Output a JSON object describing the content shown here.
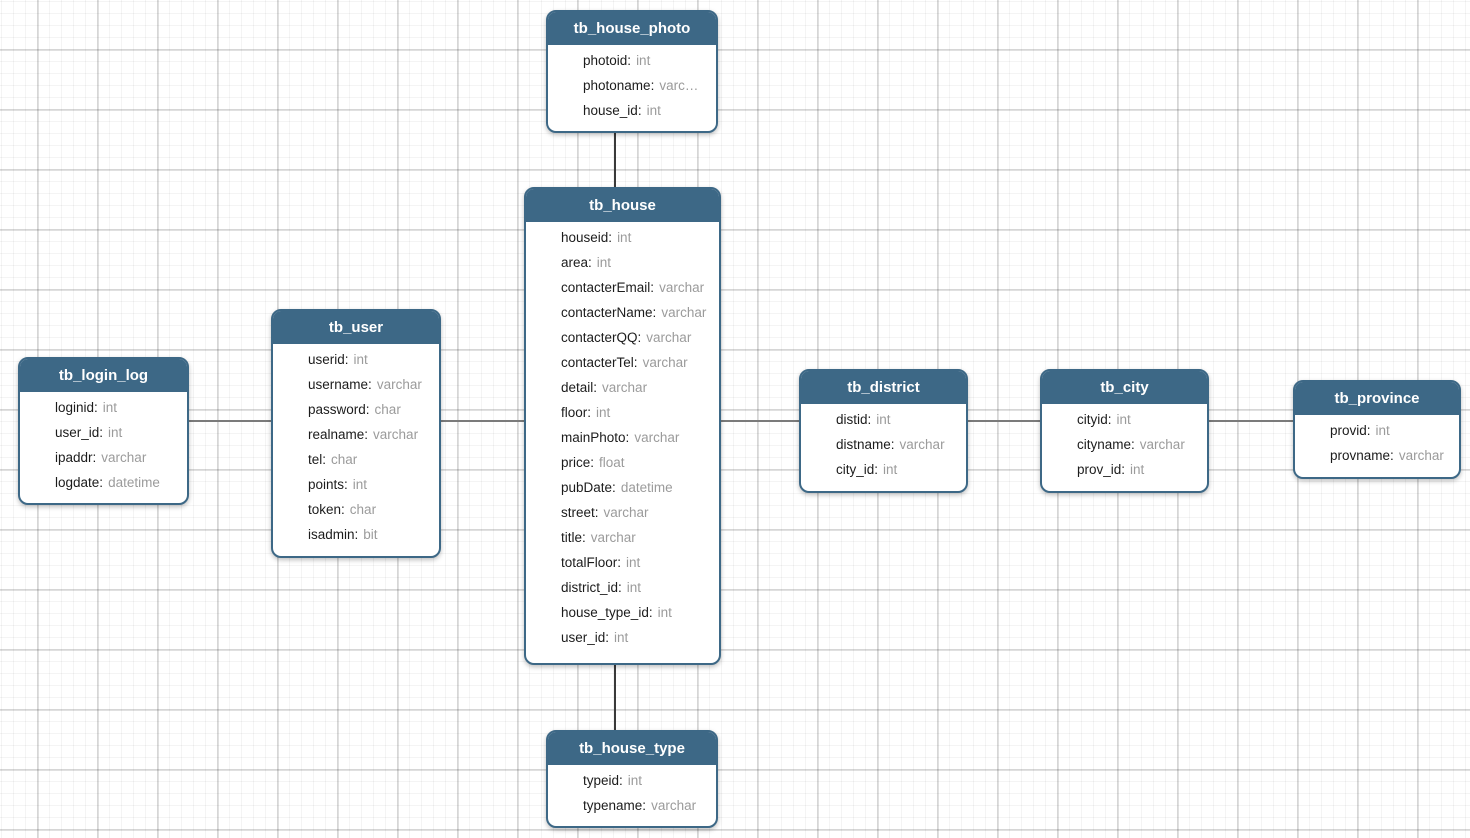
{
  "diagram": {
    "tables": [
      {
        "id": "tb_house_photo",
        "title": "tb_house_photo",
        "fields": [
          {
            "name": "photoid",
            "type": "int"
          },
          {
            "name": "photoname",
            "type": "varc…"
          },
          {
            "name": "house_id",
            "type": "int"
          }
        ]
      },
      {
        "id": "tb_house",
        "title": "tb_house",
        "fields": [
          {
            "name": "houseid",
            "type": "int"
          },
          {
            "name": "area",
            "type": "int"
          },
          {
            "name": "contacterEmail",
            "type": "varchar"
          },
          {
            "name": "contacterName",
            "type": "varchar"
          },
          {
            "name": "contacterQQ",
            "type": "varchar"
          },
          {
            "name": "contacterTel",
            "type": "varchar"
          },
          {
            "name": "detail",
            "type": "varchar"
          },
          {
            "name": "floor",
            "type": "int"
          },
          {
            "name": "mainPhoto",
            "type": "varchar"
          },
          {
            "name": "price",
            "type": "float"
          },
          {
            "name": "pubDate",
            "type": "datetime"
          },
          {
            "name": "street",
            "type": "varchar"
          },
          {
            "name": "title",
            "type": "varchar"
          },
          {
            "name": "totalFloor",
            "type": "int"
          },
          {
            "name": "district_id",
            "type": "int"
          },
          {
            "name": "house_type_id",
            "type": "int"
          },
          {
            "name": "user_id",
            "type": "int"
          }
        ]
      },
      {
        "id": "tb_user",
        "title": "tb_user",
        "fields": [
          {
            "name": "userid",
            "type": "int"
          },
          {
            "name": "username",
            "type": "varchar"
          },
          {
            "name": "password",
            "type": "char"
          },
          {
            "name": "realname",
            "type": "varchar"
          },
          {
            "name": "tel",
            "type": "char"
          },
          {
            "name": "points",
            "type": "int"
          },
          {
            "name": "token",
            "type": "char"
          },
          {
            "name": "isadmin",
            "type": "bit"
          }
        ]
      },
      {
        "id": "tb_login_log",
        "title": "tb_login_log",
        "fields": [
          {
            "name": "loginid",
            "type": "int"
          },
          {
            "name": "user_id",
            "type": "int"
          },
          {
            "name": "ipaddr",
            "type": "varchar"
          },
          {
            "name": "logdate",
            "type": "datetime"
          }
        ]
      },
      {
        "id": "tb_district",
        "title": "tb_district",
        "fields": [
          {
            "name": "distid",
            "type": "int"
          },
          {
            "name": "distname",
            "type": "varchar"
          },
          {
            "name": "city_id",
            "type": "int"
          }
        ]
      },
      {
        "id": "tb_city",
        "title": "tb_city",
        "fields": [
          {
            "name": "cityid",
            "type": "int"
          },
          {
            "name": "cityname",
            "type": "varchar"
          },
          {
            "name": "prov_id",
            "type": "int"
          }
        ]
      },
      {
        "id": "tb_province",
        "title": "tb_province",
        "fields": [
          {
            "name": "provid",
            "type": "int"
          },
          {
            "name": "provname",
            "type": "varchar"
          }
        ]
      },
      {
        "id": "tb_house_type",
        "title": "tb_house_type",
        "fields": [
          {
            "name": "typeid",
            "type": "int"
          },
          {
            "name": "typename",
            "type": "varchar"
          }
        ]
      }
    ],
    "relations": [
      {
        "from": "tb_login_log",
        "to": "tb_user"
      },
      {
        "from": "tb_user",
        "to": "tb_house"
      },
      {
        "from": "tb_house",
        "to": "tb_district"
      },
      {
        "from": "tb_district",
        "to": "tb_city"
      },
      {
        "from": "tb_city",
        "to": "tb_province"
      },
      {
        "from": "tb_house_photo",
        "to": "tb_house"
      },
      {
        "from": "tb_house",
        "to": "tb_house_type"
      }
    ],
    "colors": {
      "header_bg": "#3d6886",
      "border": "#3d6886",
      "title_text": "#ffffff",
      "field_name": "#1c1c1c",
      "field_type": "#9b9b9b",
      "connector_horizontal": "#7b7b7b",
      "connector_vertical": "#3a3a3a",
      "canvas_bg": "#ffffff"
    }
  }
}
